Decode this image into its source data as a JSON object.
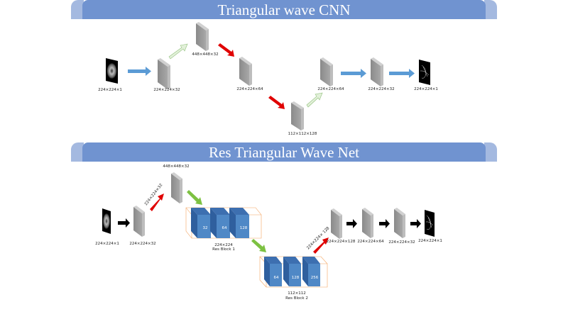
{
  "top_diagram": {
    "title": "Triangular wave CNN",
    "labels": {
      "input": "224×224×1",
      "l1": "224×224×32",
      "l2": "448×448×32",
      "l3": "224×224×64",
      "l4": "112×112×128",
      "l5": "224×224×64",
      "l6": "224×224×32",
      "output": "224×224×1"
    }
  },
  "bottom_diagram": {
    "title": "Res Triangular Wave Net",
    "labels": {
      "input": "224×224×1",
      "l1": "224×224×32",
      "up1": "224×224×32",
      "l2": "448×448×32",
      "res1_size": "224×224",
      "res1_name": "Res Block 1",
      "res1_channels": [
        "32",
        "64",
        "128"
      ],
      "res2_size": "112×112",
      "res2_name": "Res Block 2",
      "res2_channels": [
        "64",
        "128",
        "256"
      ],
      "up2": "224×224× 128",
      "l3": "224×224×128",
      "l4": "224×224×64",
      "l5": "224×224×32",
      "output": "224×224×1"
    }
  },
  "colors": {
    "banner": "#7093d0",
    "banner_side": "#a4b9e0",
    "arrow_blue": "#5b9bd5",
    "arrow_red": "#e00000",
    "arrow_green": "#7dc142",
    "arrow_light": "#e2f0d9",
    "arrow_black": "#000000",
    "block_blue": "#4f88c6"
  }
}
